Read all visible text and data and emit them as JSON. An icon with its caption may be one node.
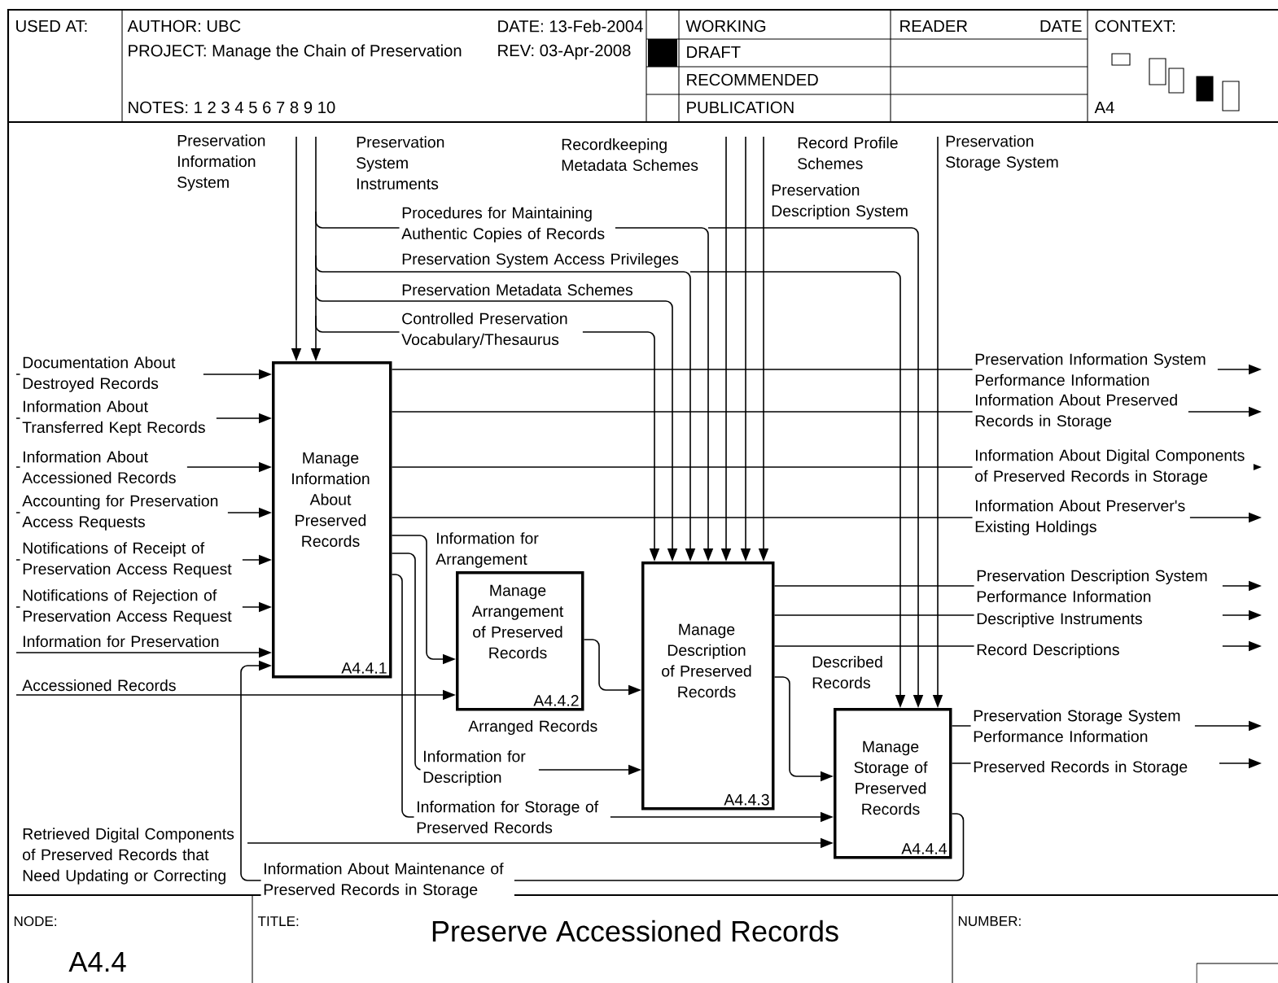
{
  "diagram": {
    "title": "Preserve Accessioned Records",
    "nodes": [
      {
        "text": [
          "Manage Information About Preserved Records",
          "A4.4.1"
        ]
      },
      {
        "text": [
          "Manage Arrangement of Preserved Records",
          "A4.4.2"
        ]
      },
      {
        "text": [
          "Manage Description of Preserved Records",
          "A4.4.3"
        ]
      },
      {
        "text": [
          "Manage Storage of Preserved Records",
          "A4.4.4"
        ]
      }
    ],
    "edges": [
      {
        "from": null,
        "to": 0,
        "arrow": "to",
        "label": "Documentation About Destroyed Records"
      },
      {
        "from": null,
        "to": 0,
        "arrow": "to",
        "label": "Information About Transferred Kept Records"
      },
      {
        "from": null,
        "to": 0,
        "arrow": "to",
        "label": "Information About Accessioned Records"
      },
      {
        "from": null,
        "to": 0,
        "arrow": "to",
        "label": "Accounting for Preservation Access Requests"
      },
      {
        "from": null,
        "to": 0,
        "arrow": "to",
        "label": "Notifications of Receipt of Preservation Access Request"
      },
      {
        "from": null,
        "to": 0,
        "arrow": "to",
        "label": "Notifications of Rejection of Preservation Access Request"
      },
      {
        "from": null,
        "to": 0,
        "arrow": "to",
        "label": "Information for Preservation"
      },
      {
        "from": null,
        "to": 1,
        "arrow": "to",
        "label": "Accessioned Records"
      },
      {
        "from": null,
        "to": 3,
        "arrow": "to",
        "label": "Retrieved Digital Components of Preserved Records that Need Updating or Correcting"
      },
      {
        "from": null,
        "to": 0,
        "arrow": "to",
        "label": "Preservation Information System"
      },
      {
        "from": null,
        "to": 0,
        "arrow": "to",
        "label": "Preservation System Instruments"
      },
      {
        "from": null,
        "to": 2,
        "arrow": "to",
        "label": "Procedures for Maintaining Authentic Copies of Records"
      },
      {
        "from": null,
        "to": 3,
        "arrow": "to"
      },
      {
        "from": null,
        "to": 2,
        "arrow": "to",
        "label": "Preservation System Access Privileges"
      },
      {
        "from": null,
        "to": 3,
        "arrow": "to"
      },
      {
        "from": null,
        "to": 2,
        "arrow": "to",
        "label": "Preservation Metadata Schemes"
      },
      {
        "from": null,
        "to": 2,
        "arrow": "to",
        "label": "Controlled Preservation Vocabulary/Thesaurus"
      },
      {
        "from": null,
        "to": 2,
        "arrow": "to",
        "label": "Recordkeeping Metadata Schemes"
      },
      {
        "from": null,
        "to": 2,
        "arrow": "to",
        "label": "Record Profile Schemes"
      },
      {
        "from": null,
        "to": 2,
        "arrow": "to",
        "label": "Preservation Description System"
      },
      {
        "from": null,
        "to": 3,
        "arrow": "to",
        "label": "Preservation Storage System"
      },
      {
        "from": 0,
        "to": null,
        "arrow": "to",
        "label": "Preservation Information System Performance Information"
      },
      {
        "from": 0,
        "to": null,
        "arrow": "to",
        "label": "Information About Preserved Records in Storage"
      },
      {
        "from": 0,
        "to": null,
        "arrow": "to",
        "label": "Information About Digital Components of Preserved Records in Storage"
      },
      {
        "from": 0,
        "to": null,
        "arrow": "to",
        "label": "Information About Preserver's Existing Holdings"
      },
      {
        "from": 0,
        "to": 1,
        "arrow": "to",
        "label": "Information for Arrangement"
      },
      {
        "from": 0,
        "to": 2,
        "arrow": "to",
        "label": "Information for Description"
      },
      {
        "from": 0,
        "to": 3,
        "arrow": "to",
        "label": "Information for Storage of Preserved Records"
      },
      {
        "from": 1,
        "to": 2,
        "arrow": "to",
        "label": "Arranged Records"
      },
      {
        "from": 2,
        "to": null,
        "arrow": "to",
        "label": "Preservation Description System Performance Information"
      },
      {
        "from": 2,
        "to": null,
        "arrow": "to",
        "label": "Descriptive Instruments"
      },
      {
        "from": 2,
        "to": null,
        "arrow": "to",
        "label": "Record Descriptions"
      },
      {
        "from": 2,
        "to": 3,
        "arrow": "to",
        "label": "Described Records"
      },
      {
        "from": 3,
        "to": null,
        "arrow": "to",
        "label": "Preservation Storage System Performance Information"
      },
      {
        "from": 3,
        "to": null,
        "arrow": "to",
        "label": "Preserved Records in Storage"
      },
      {
        "from": 3,
        "to": 0,
        "arrow": "to",
        "label": "Information About Maintenance of Preserved Records in Storage"
      }
    ],
    "labels": [
      "USED AT:",
      "AUTHOR: UBC",
      "DATE: 13-Feb-2004",
      "WORKING",
      "READER",
      "DATE",
      "CONTEXT:",
      "PROJECT: Manage the Chain of Preservation",
      "REV: 03-Apr-2008",
      "DRAFT",
      "RECOMMENDED",
      "NOTES: 1 2 3 4 5 6 7 8 9 10",
      "PUBLICATION",
      "A4",
      "NODE:",
      "TITLE:",
      "NUMBER:",
      "A4.4"
    ]
  }
}
